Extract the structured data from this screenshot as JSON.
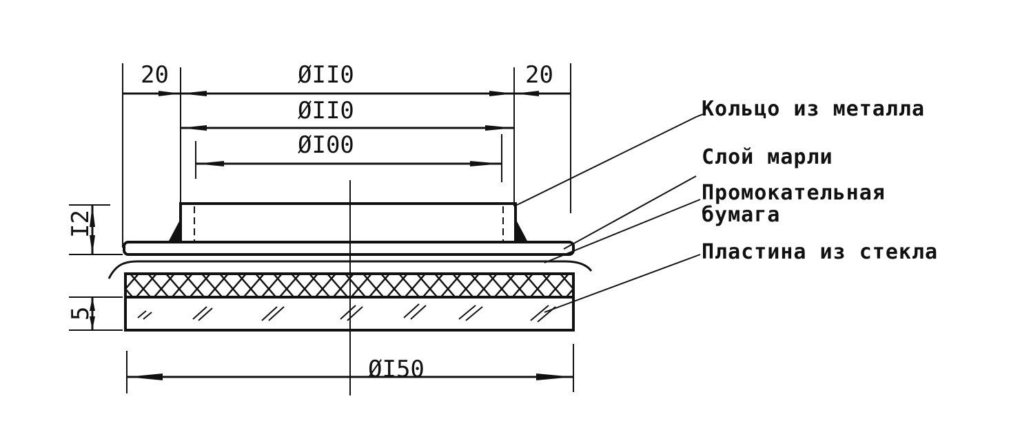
{
  "dimensions": {
    "gap_left": "20",
    "gap_right": "20",
    "ring_outer_top": "ØII0",
    "ring_outer": "ØII0",
    "ring_inner": "ØI00",
    "height_ring": "I2",
    "height_glass": "5",
    "plate_diameter": "ØI50"
  },
  "labels": {
    "metal_ring": "Кольцо из металла",
    "gauze_layer": "Слой марли",
    "blotting_paper_line1": "Промокательная",
    "blotting_paper_line2": "бумага",
    "glass_plate": "Пластина из стекла"
  },
  "colors": {
    "ink": "#111111",
    "paper": "#ffffff"
  }
}
